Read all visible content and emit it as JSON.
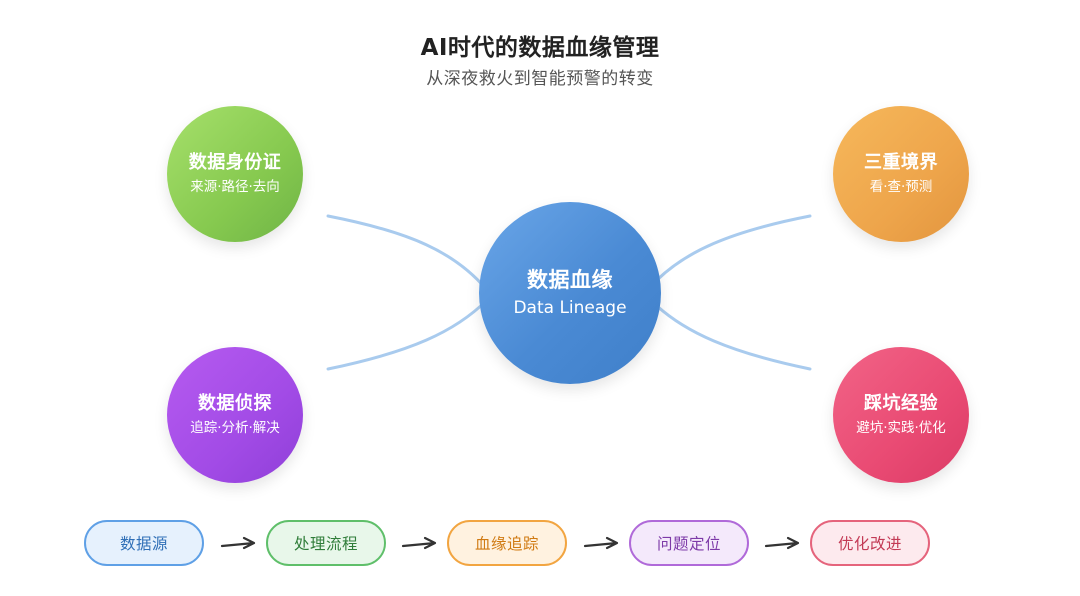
{
  "header": {
    "title": "AI时代的数据血缘管理",
    "subtitle": "从深夜救火到智能预警的转变"
  },
  "center_node": {
    "title": "数据血缘",
    "subtitle": "Data Lineage"
  },
  "nodes": [
    {
      "title": "数据身份证",
      "subtitle": "来源·路径·去向",
      "color": "#86c94f"
    },
    {
      "title": "三重境界",
      "subtitle": "看·查·预测",
      "color": "#eea54b"
    },
    {
      "title": "数据侦探",
      "subtitle": "追踪·分析·解决",
      "color": "#a24be6"
    },
    {
      "title": "踩坑经验",
      "subtitle": "避坑·实践·优化",
      "color": "#e94a73"
    }
  ],
  "flow": [
    {
      "label": "数据源",
      "color": "#5fa0e6"
    },
    {
      "label": "处理流程",
      "color": "#5fbf6a"
    },
    {
      "label": "血缘追踪",
      "color": "#f2a541"
    },
    {
      "label": "问题定位",
      "color": "#b06ad9"
    },
    {
      "label": "优化改进",
      "color": "#e5647c"
    }
  ],
  "colors": {
    "connector": "#a9cbee",
    "arrow": "#333333",
    "center": "#4a8ad4"
  }
}
